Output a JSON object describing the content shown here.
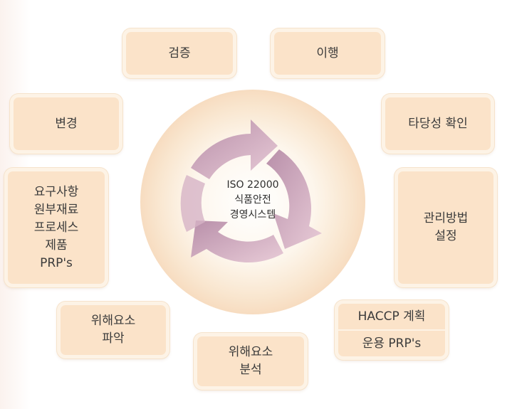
{
  "center": {
    "lines": [
      "ISO 22000",
      "식품안전",
      "경영시스템"
    ]
  },
  "boxes": {
    "verification": {
      "lines": [
        "검증"
      ]
    },
    "implementation": {
      "lines": [
        "이행"
      ]
    },
    "change": {
      "lines": [
        "변경"
      ]
    },
    "validation": {
      "lines": [
        "타당성 확인"
      ]
    },
    "requirements": {
      "lines": [
        "요구사항",
        "원부재료",
        "프로세스",
        "제품",
        "PRP's"
      ]
    },
    "control_method": {
      "lines": [
        "관리방법",
        "설정"
      ]
    },
    "hazard_identification": {
      "lines": [
        "위해요소",
        "파악"
      ]
    },
    "haccp_plan": {
      "top": "HACCP 계획",
      "bottom": "운용 PRP's"
    },
    "hazard_analysis": {
      "lines": [
        "위해요소",
        "분석"
      ]
    }
  }
}
